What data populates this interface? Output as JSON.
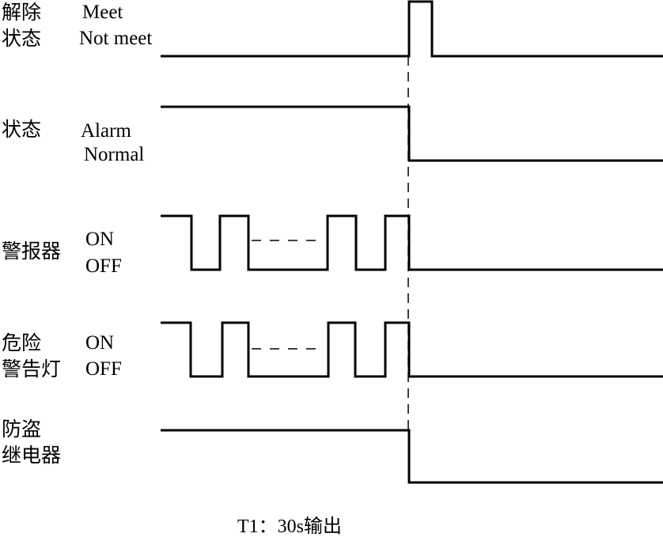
{
  "signals": [
    {
      "id": "release",
      "name_line1": "解除",
      "name_line2": "状态",
      "state_high": "Meet",
      "state_low": "Not meet"
    },
    {
      "id": "status",
      "name_line1": "状态",
      "name_line2": "",
      "state_high": "Alarm",
      "state_low": "Normal"
    },
    {
      "id": "alarm",
      "name_line1": "警报器",
      "name_line2": "",
      "state_high": "ON",
      "state_low": "OFF"
    },
    {
      "id": "hazard",
      "name_line1": "危险",
      "name_line2": "警告灯",
      "state_high": "ON",
      "state_low": "OFF"
    },
    {
      "id": "relay",
      "name_line1": "防盗",
      "name_line2": "继电器",
      "state_high": "",
      "state_low": ""
    }
  ],
  "caption": "T1：30s输出",
  "colors": {
    "line": "#000000",
    "background": "#ffffff"
  }
}
